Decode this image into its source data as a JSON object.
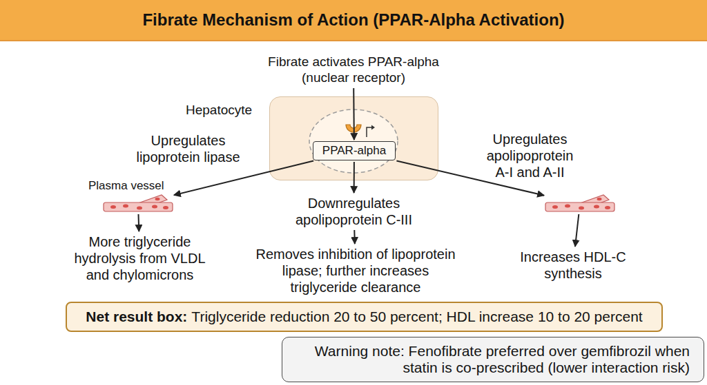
{
  "diagram": {
    "title": "Fibrate Mechanism of Action (PPAR-Alpha Activation)",
    "nodes": [
      {
        "text": [
          "Fibrate activates PPAR-alpha (nuclear receptor)"
        ]
      },
      {
        "text": [
          "Hepatocyte"
        ]
      },
      {
        "text": [
          "PPAR-alpha"
        ],
        "in": 1
      },
      {
        "text": [
          "Plasma vessel"
        ]
      },
      {
        "text": []
      },
      {
        "text": [
          "More triglyceride hydrolysis from VLDL and chylomicrons"
        ]
      },
      {
        "text": [
          "Downregulates apolipoprotein C-III"
        ]
      },
      {
        "text": [
          "Removes inhibition of lipoprotein lipase; further increases triglyceride clearance"
        ]
      },
      {
        "text": [
          "Increases HDL-C synthesis"
        ]
      },
      {
        "text": [
          "Net result box:",
          "Triglyceride reduction 20 to 50 percent; HDL increase 10 to 20 percent"
        ]
      },
      {
        "text": [
          "Warning note: Fenofibrate preferred over gemfibrozil when statin is co-prescribed (lower interaction risk)"
        ]
      }
    ],
    "edges": [
      {
        "from": 0,
        "to": 2,
        "arrow": "to"
      },
      {
        "from": 2,
        "to": 3,
        "label": "Upregulates lipoprotein lipase",
        "arrow": "to"
      },
      {
        "from": 3,
        "to": 5,
        "arrow": "to"
      },
      {
        "from": 2,
        "to": 6,
        "arrow": "to"
      },
      {
        "from": 6,
        "to": 7,
        "arrow": "to"
      },
      {
        "from": 2,
        "to": 4,
        "label": "Upregulates apolipoprotein A-I and A-II",
        "arrow": "to"
      },
      {
        "from": 4,
        "to": 8,
        "arrow": "to"
      }
    ]
  }
}
